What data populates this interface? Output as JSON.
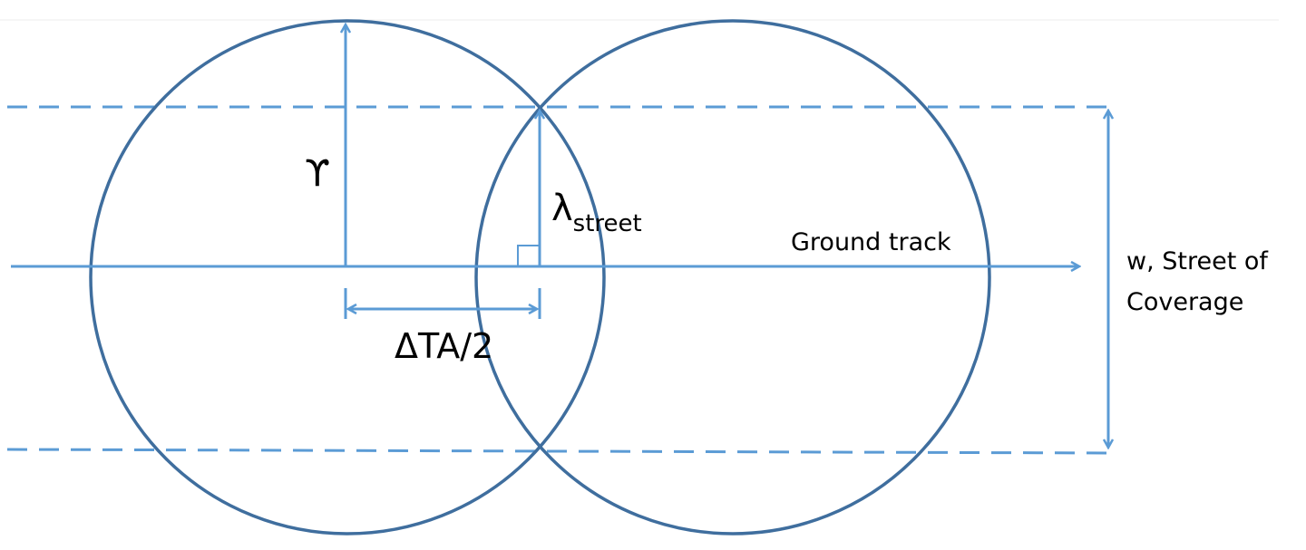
{
  "labels": {
    "radius_symbol": "ϒ",
    "lambda_symbol": "λ",
    "lambda_subscript": "street",
    "delta_ta": "ΔTA/2",
    "ground_track": "Ground track",
    "coverage_line1": "w, Street of",
    "coverage_line2": "Coverage"
  },
  "colors": {
    "circle_stroke": "#3f6e9e",
    "line_stroke": "#5b9bd5",
    "text": "#000000"
  }
}
